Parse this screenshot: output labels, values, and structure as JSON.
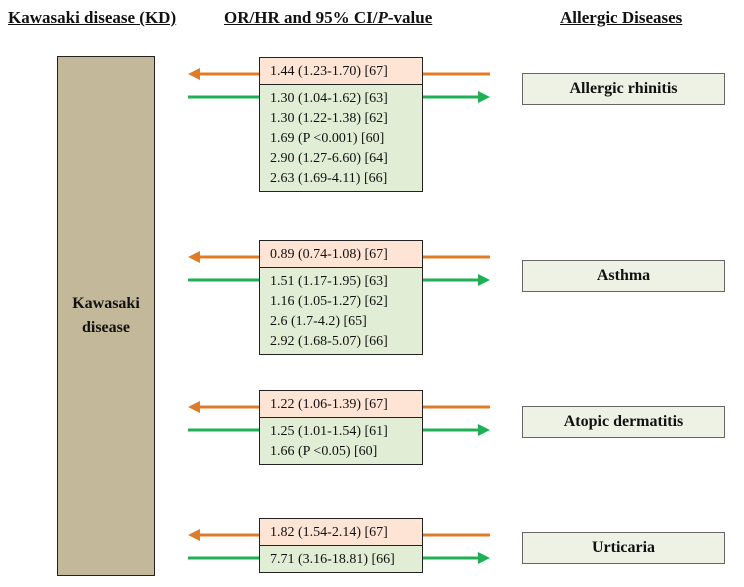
{
  "headers": {
    "kd": "Kawasaki disease (KD)",
    "stats_prefix": "OR/HR and 95% CI/",
    "stats_italic": "P",
    "stats_suffix": "-value",
    "allergic": "Allergic Diseases"
  },
  "kd_box": {
    "line1": "Kawasaki",
    "line2": "disease"
  },
  "colors": {
    "orange_arrow": "#e07b28",
    "green_arrow": "#1fb055",
    "kd_fill": "#c4b89a"
  },
  "groups": [
    {
      "disease": "Allergic rhinitis",
      "orange": [
        "1.44 (1.23-1.70) [67]"
      ],
      "green": [
        "1.30 (1.04-1.62) [63]",
        "1.30 (1.22-1.38) [62]",
        "1.69 (P <0.001) [60]",
        "2.90 (1.27-6.60) [64]",
        "2.63 (1.69-4.11) [66]"
      ]
    },
    {
      "disease": "Asthma",
      "orange": [
        "0.89 (0.74-1.08) [67]"
      ],
      "green": [
        "1.51 (1.17-1.95) [63]",
        "1.16 (1.05-1.27) [62]",
        "2.6 (1.7-4.2) [65]",
        "2.92 (1.68-5.07) [66]"
      ]
    },
    {
      "disease": "Atopic dermatitis",
      "orange": [
        "1.22 (1.06-1.39) [67]"
      ],
      "green": [
        "1.25 (1.01-1.54) [61]",
        "1.66 (P <0.05) [60]"
      ]
    },
    {
      "disease": "Urticaria",
      "orange": [
        "1.82 (1.54-2.14) [67]"
      ],
      "green": [
        "7.71 (3.16-18.81) [66]"
      ]
    }
  ]
}
